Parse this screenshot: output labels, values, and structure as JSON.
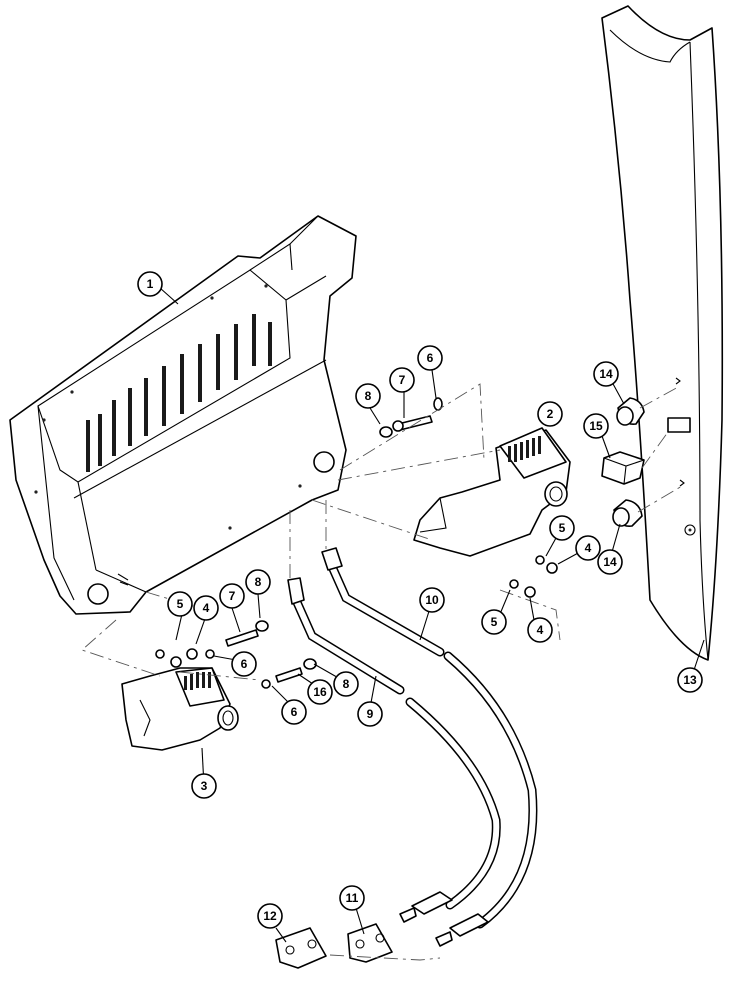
{
  "callouts": [
    {
      "id": "c1",
      "label": "1"
    },
    {
      "id": "c2",
      "label": "2"
    },
    {
      "id": "c3",
      "label": "3"
    },
    {
      "id": "c4a",
      "label": "4"
    },
    {
      "id": "c4b",
      "label": "4"
    },
    {
      "id": "c4c",
      "label": "4"
    },
    {
      "id": "c5a",
      "label": "5"
    },
    {
      "id": "c5b",
      "label": "5"
    },
    {
      "id": "c5c",
      "label": "5"
    },
    {
      "id": "c6a",
      "label": "6"
    },
    {
      "id": "c6b",
      "label": "6"
    },
    {
      "id": "c6c",
      "label": "6"
    },
    {
      "id": "c7a",
      "label": "7"
    },
    {
      "id": "c7b",
      "label": "7"
    },
    {
      "id": "c8a",
      "label": "8"
    },
    {
      "id": "c8b",
      "label": "8"
    },
    {
      "id": "c8c",
      "label": "8"
    },
    {
      "id": "c9",
      "label": "9"
    },
    {
      "id": "c10",
      "label": "10"
    },
    {
      "id": "c11",
      "label": "11"
    },
    {
      "id": "c12",
      "label": "12"
    },
    {
      "id": "c13",
      "label": "13"
    },
    {
      "id": "c14a",
      "label": "14"
    },
    {
      "id": "c14b",
      "label": "14"
    },
    {
      "id": "c15",
      "label": "15"
    },
    {
      "id": "c16",
      "label": "16"
    }
  ]
}
